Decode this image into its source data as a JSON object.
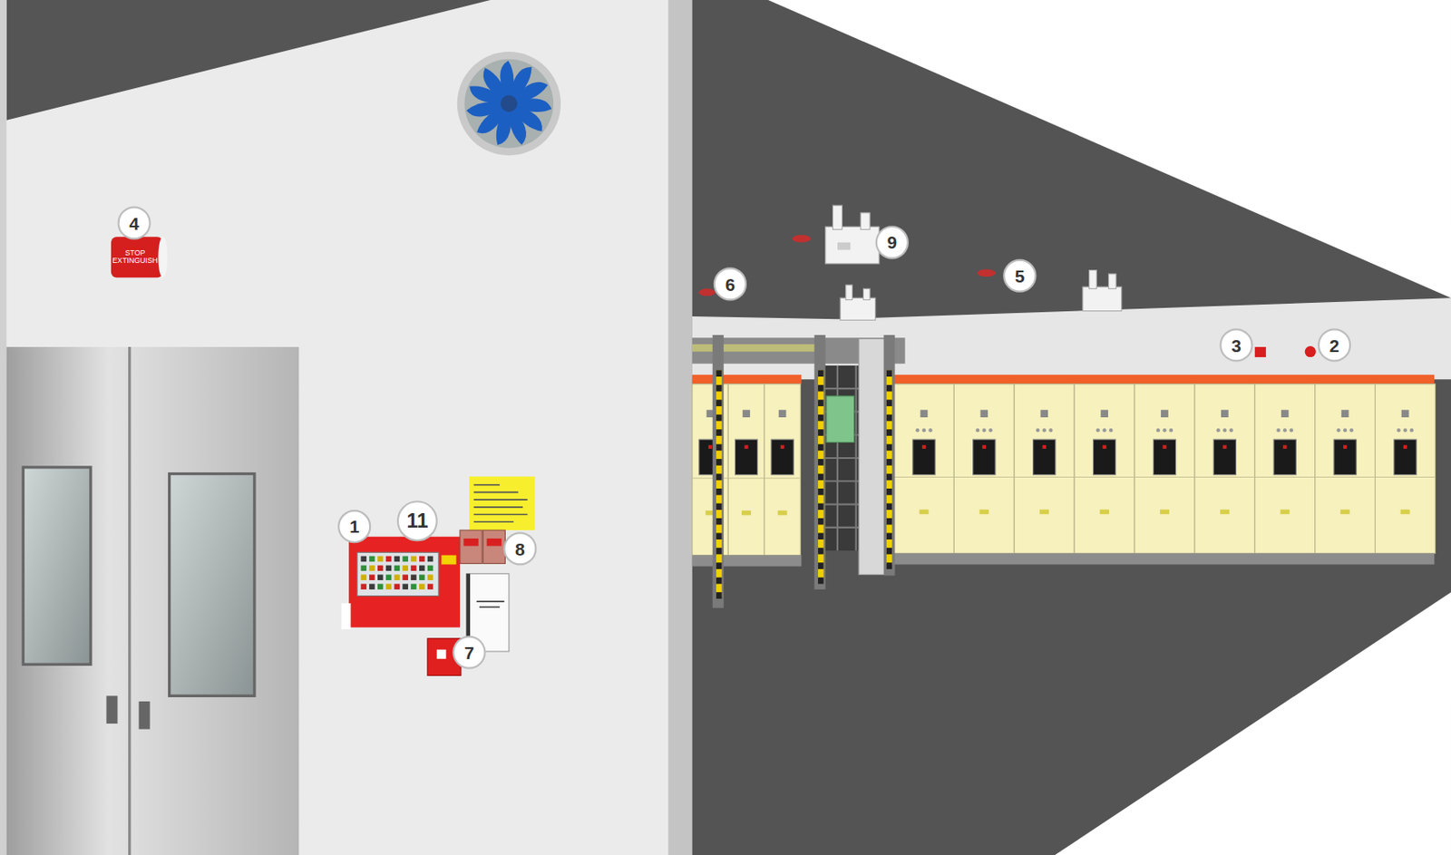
{
  "diagram": {
    "labels": [
      "4",
      "STOP EXTINGUISH",
      "9",
      "6",
      "5",
      "3",
      "2",
      "1",
      "11",
      "8",
      "7"
    ]
  }
}
